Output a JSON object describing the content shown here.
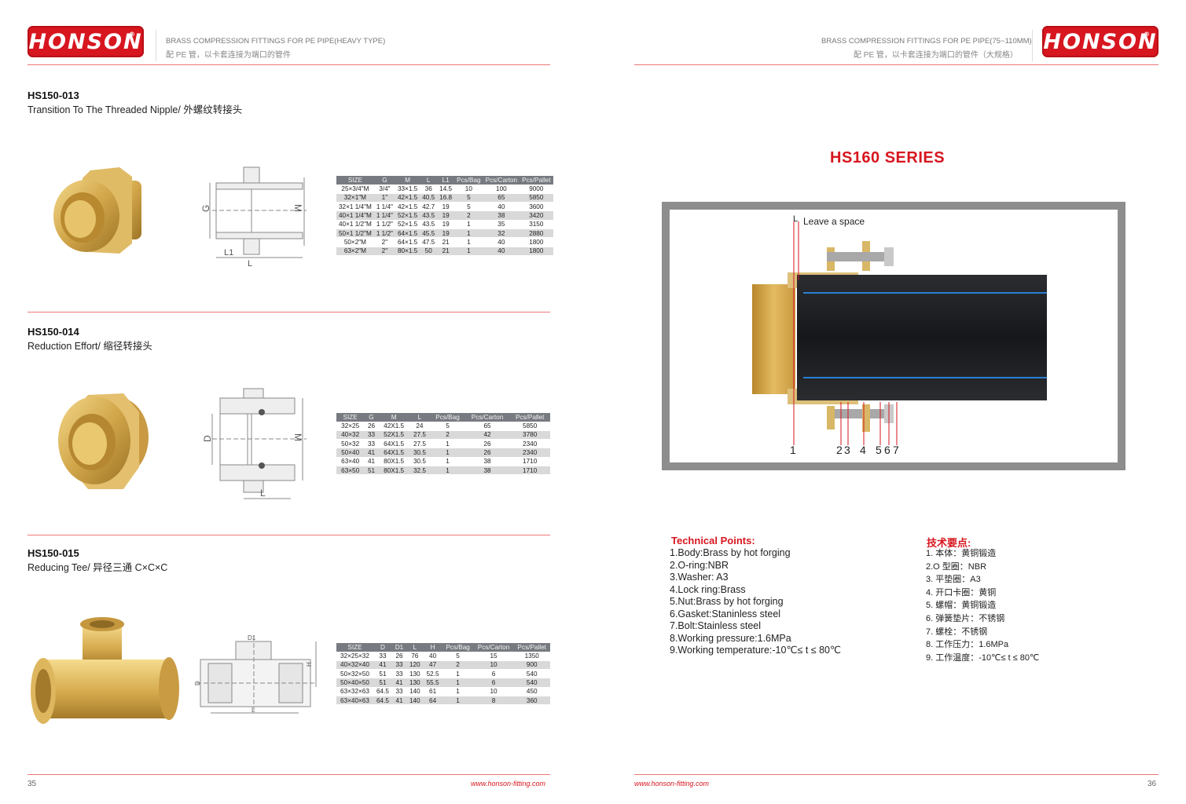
{
  "left_page": {
    "logo": {
      "text": "HONSON",
      "mark": "®"
    },
    "header": {
      "title_en": "BRASS COMPRESSION FITTINGS FOR PE PIPE(HEAVY TYPE)",
      "title_cn": "配 PE 管，以卡套连接为端口的管件"
    },
    "products": [
      {
        "code": "HS150-013",
        "name": "Transition To The Threaded Nipple/ 外螺纹转接头",
        "photo_icon": "brass-threaded-nipple-photo",
        "drawing_labels": {
          "g": "G",
          "m": "M",
          "l": "L",
          "l1": "L1"
        },
        "table": {
          "headers": [
            "SIZE",
            "G",
            "M",
            "L",
            "L1",
            "Pcs/Bag",
            "Pcs/Carton",
            "Pcs/Pallet"
          ],
          "rows": [
            [
              "25×3/4\"M",
              "3/4\"",
              "33×1.5",
              "36",
              "14.5",
              "10",
              "100",
              "9000"
            ],
            [
              "32×1\"M",
              "1\"",
              "42×1.5",
              "40.5",
              "16.8",
              "5",
              "65",
              "5850"
            ],
            [
              "32×1 1/4\"M",
              "1 1/4\"",
              "42×1.5",
              "42.7",
              "19",
              "5",
              "40",
              "3600"
            ],
            [
              "40×1 1/4\"M",
              "1 1/4\"",
              "52×1.5",
              "43.5",
              "19",
              "2",
              "38",
              "3420"
            ],
            [
              "40×1 1/2\"M",
              "1 1/2\"",
              "52×1.5",
              "43.5",
              "19",
              "1",
              "35",
              "3150"
            ],
            [
              "50×1 1/2\"M",
              "1 1/2\"",
              "64×1.5",
              "45.5",
              "19",
              "1",
              "32",
              "2880"
            ],
            [
              "50×2\"M",
              "2\"",
              "64×1.5",
              "47.5",
              "21",
              "1",
              "40",
              "1800"
            ],
            [
              "63×2\"M",
              "2\"",
              "80×1.5",
              "50",
              "21",
              "1",
              "40",
              "1800"
            ]
          ]
        }
      },
      {
        "code": "HS150-014",
        "name": "Reduction Effort/ 缩径转接头",
        "photo_icon": "brass-reducing-adapter-photo",
        "drawing_labels": {
          "d": "D",
          "m": "M",
          "l": "L"
        },
        "table": {
          "headers": [
            "SIZE",
            "G",
            "M",
            "L",
            "Pcs/Bag",
            "Pcs/Carton",
            "Pcs/Pallet"
          ],
          "rows": [
            [
              "32×25",
              "26",
              "42X1.5",
              "24",
              "5",
              "65",
              "5850"
            ],
            [
              "40×32",
              "33",
              "52X1.5",
              "27.5",
              "2",
              "42",
              "3780"
            ],
            [
              "50×32",
              "33",
              "64X1.5",
              "27.5",
              "1",
              "26",
              "2340"
            ],
            [
              "50×40",
              "41",
              "64X1.5",
              "30.5",
              "1",
              "26",
              "2340"
            ],
            [
              "63×40",
              "41",
              "80X1.5",
              "30.5",
              "1",
              "38",
              "1710"
            ],
            [
              "63×50",
              "51",
              "80X1.5",
              "32.5",
              "1",
              "38",
              "1710"
            ]
          ]
        }
      },
      {
        "code": "HS150-015",
        "name": "Reducing Tee/ 异径三通 C×C×C",
        "photo_icon": "brass-reducing-tee-photo",
        "drawing_labels": {
          "d": "D",
          "d1": "D1",
          "l": "L",
          "h": "H"
        },
        "table": {
          "headers": [
            "SIZE",
            "D",
            "D1",
            "L",
            "H",
            "Pcs/Bag",
            "Pcs/Carton",
            "Pcs/Pallet"
          ],
          "rows": [
            [
              "32×25×32",
              "33",
              "26",
              "76",
              "40",
              "5",
              "15",
              "1350"
            ],
            [
              "40×32×40",
              "41",
              "33",
              "120",
              "47",
              "2",
              "10",
              "900"
            ],
            [
              "50×32×50",
              "51",
              "33",
              "130",
              "52.5",
              "1",
              "6",
              "540"
            ],
            [
              "50×40×50",
              "51",
              "41",
              "130",
              "55.5",
              "1",
              "6",
              "540"
            ],
            [
              "63×32×63",
              "64.5",
              "33",
              "140",
              "61",
              "1",
              "10",
              "450"
            ],
            [
              "63×40×63",
              "64.5",
              "41",
              "140",
              "64",
              "1",
              "8",
              "360"
            ]
          ]
        }
      }
    ],
    "footer": {
      "page_number": "35",
      "url": "www.honson-fitting.com"
    }
  },
  "right_page": {
    "logo": {
      "text": "HONSON",
      "mark": "®"
    },
    "header": {
      "title_en": "BRASS COMPRESSION FITTINGS FOR PE PIPE(75~110MM)",
      "title_cn": "配 PE 管，以卡套连接为端口的管件（大规格）"
    },
    "series_title": "HS160 SERIES",
    "diagram": {
      "space_marker": "L",
      "space_label": "Leave a space",
      "callouts": [
        "1",
        "2",
        "3",
        "4",
        "5",
        "6",
        "7"
      ],
      "colors": {
        "brass": "#c9a257",
        "pipe": "#1c1e22",
        "stripe": "#2a7fd4",
        "frame": "#8d8d8d"
      }
    },
    "technical_points_en": {
      "title": "Technical Points:",
      "items": [
        "1.Body:Brass by hot forging",
        "2.O-ring:NBR",
        "3.Washer: A3",
        "4.Lock ring:Brass",
        "5.Nut:Brass by hot forging",
        "6.Gasket:Staninless steel",
        "7.Bolt:Stainless steel",
        "8.Working pressure:1.6MPa",
        "9.Working temperature:-10℃≤ t ≤ 80℃"
      ]
    },
    "technical_points_cn": {
      "title": "技术要点:",
      "items": [
        "1. 本体：黄铜锻造",
        "2.O 型圈：NBR",
        "3. 平垫圈：A3",
        "4. 开口卡圈：黄铜",
        "5. 螺帽：黄铜锻造",
        "6. 弹簧垫片：不锈钢",
        "7. 螺栓：不锈钢",
        "8. 工作压力：1.6MPa",
        "9. 工作温度：-10℃≤ t ≤ 80℃"
      ]
    },
    "footer": {
      "page_number": "36",
      "url": "www.honson-fitting.com"
    }
  },
  "colors": {
    "brand_red": "#d7161f",
    "table_header": "#777a80",
    "table_stripe": "#d9d9d9",
    "rule": "#e77777"
  }
}
